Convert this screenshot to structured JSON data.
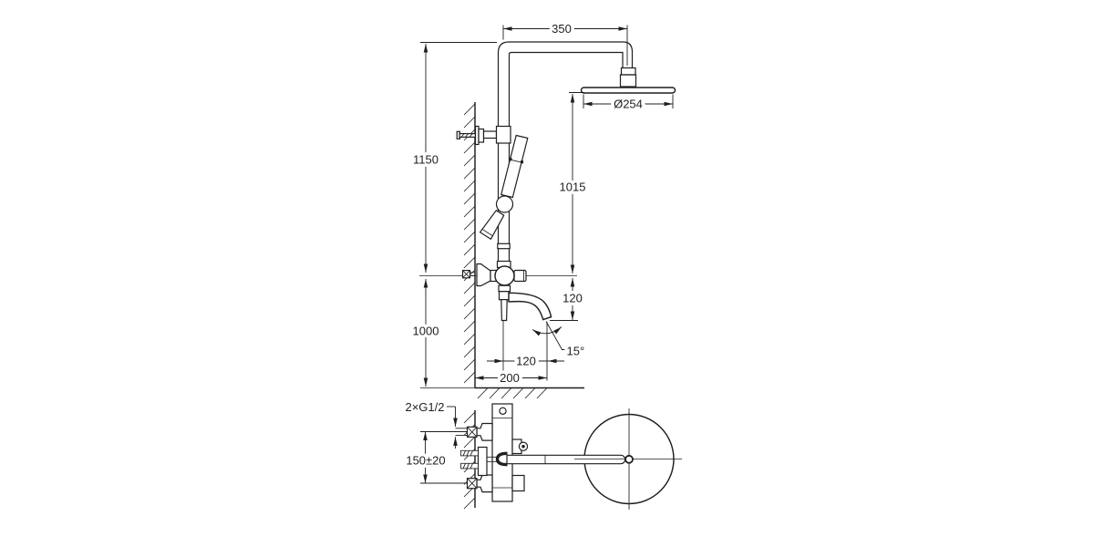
{
  "drawing": {
    "background": "#ffffff",
    "line_color": "#1f1f1f",
    "front_view": {
      "dim_top_horizontal": "350",
      "dim_head_diameter": "Ø254",
      "dim_riser_above_mixer": "1150",
      "dim_head_to_mixer": "1015",
      "dim_mixer_to_spout_tip": "120",
      "dim_mixer_height": "1000",
      "dim_center_to_spout_tip": "120",
      "dim_wall_to_spout_tip": "200",
      "dim_spout_angle": "15°"
    },
    "plan_view": {
      "label_inlet_thread": "2×G1/2",
      "dim_inlet_spacing": "150±20"
    }
  }
}
